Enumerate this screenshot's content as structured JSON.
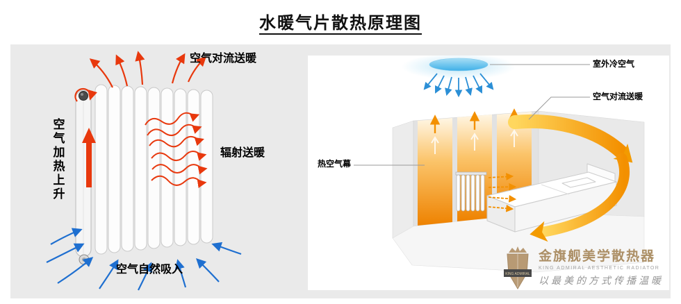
{
  "title": "水暖气片散热原理图",
  "left_panel": {
    "convection_label": "空气对流送暖",
    "rise_label": "空气加热上升",
    "radiation_label": "辐射送暖",
    "intake_label": "空气自然吸入"
  },
  "right_panel": {
    "cold_air_label": "室外冷空气",
    "convection_label": "空气对流送暖",
    "hot_curtain_label": "热空气幕"
  },
  "logo": {
    "brand": "金旗舰美学散热器",
    "subtitle": "KING ADMIRAL AESTHETIC RADIATOR",
    "tagline": "以最美的方式传播温暖",
    "badge": "KING ADMIRAL"
  },
  "colors": {
    "hot_arrow": "#e8380d",
    "cold_arrow": "#1e6fd0",
    "warm_flow": "#f39000",
    "gold": "#a6875a",
    "board_bg": "#eaeaea"
  }
}
